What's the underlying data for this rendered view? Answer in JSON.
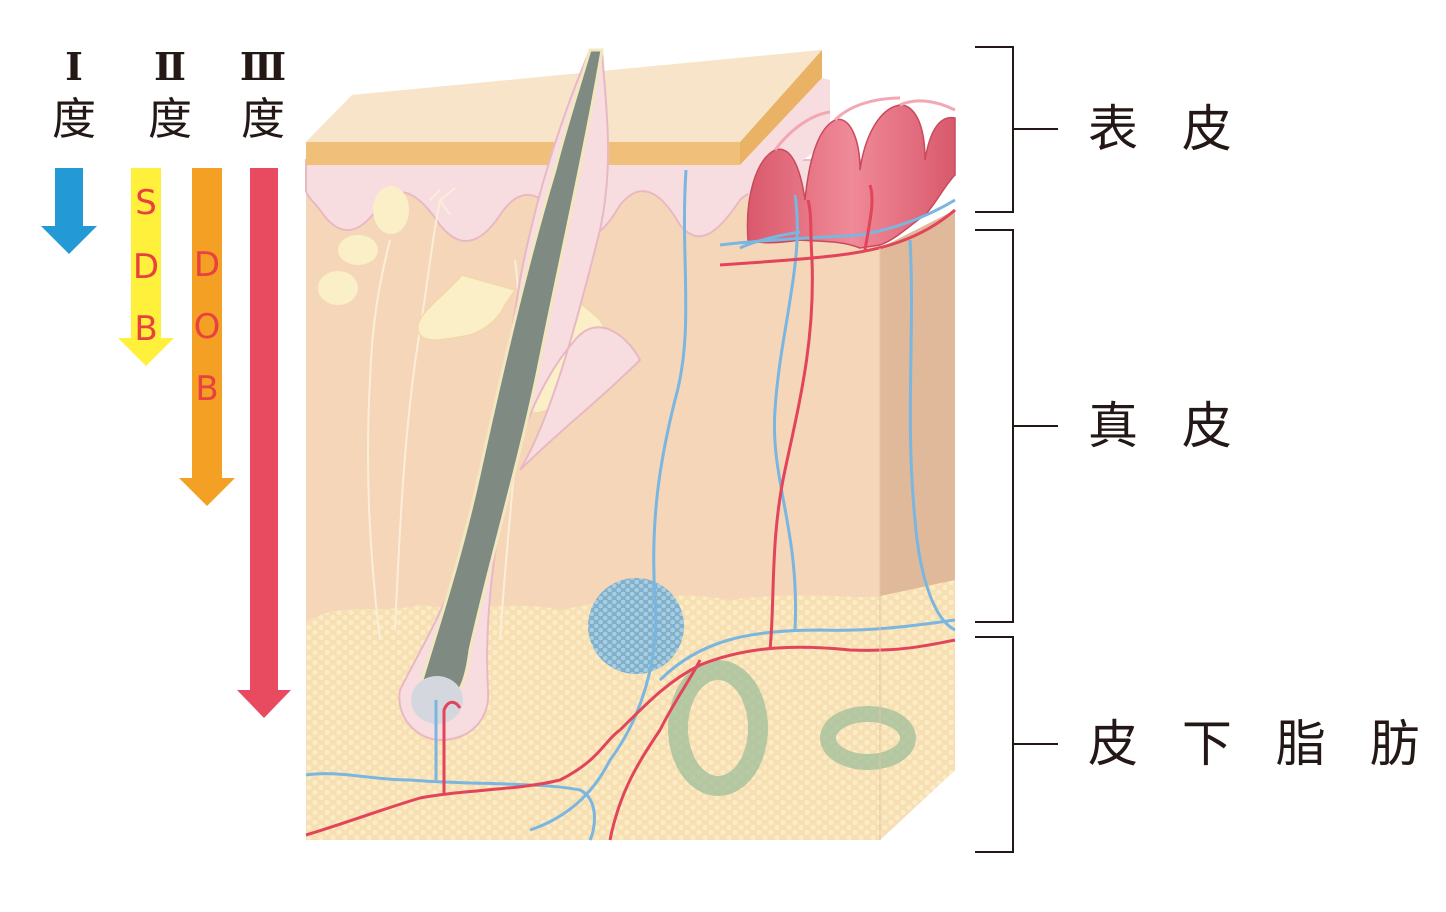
{
  "burn_degrees": [
    {
      "numeral": "Ⅰ",
      "kanji": "度",
      "arrow_color": "#239ad6",
      "arrows": [
        {
          "letters": [],
          "color": "#239ad6"
        }
      ]
    },
    {
      "numeral": "Ⅱ",
      "kanji": "度",
      "arrows": [
        {
          "letters": [
            "S",
            "D",
            "B"
          ],
          "color": "#fff03c"
        },
        {
          "letters": [
            "D",
            "O",
            "B"
          ],
          "color": "#f4a024"
        }
      ]
    },
    {
      "numeral": "Ⅲ",
      "kanji": "度",
      "arrows": [
        {
          "letters": [],
          "color": "#e84a5f"
        }
      ]
    }
  ],
  "skin_layers": [
    {
      "label": "表 皮"
    },
    {
      "label": "真 皮"
    },
    {
      "label": "皮 下 脂 肪"
    }
  ],
  "colors": {
    "epidermis_top": "#f8e4c8",
    "epidermis_edge": "#f0c07a",
    "dermis": "#f6d6b8",
    "dermis_side": "#dfb99a",
    "subcutis": "#f7deb0",
    "papilla": "#f7dde0",
    "hair": "#7e8a82",
    "artery": "#e2445a",
    "vein": "#7ab6e0",
    "gland": "#fbefc8",
    "sweat_gland": "#8ab8d4",
    "bracket": "#231815"
  }
}
